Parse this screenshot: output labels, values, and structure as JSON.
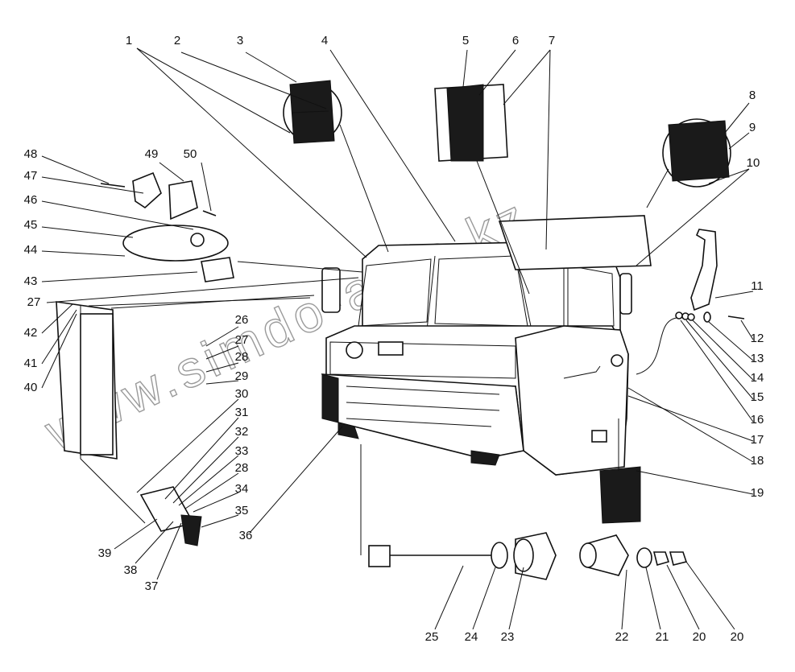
{
  "watermark": "www.simdo-auto.kz",
  "callouts": [
    "1",
    "2",
    "3",
    "4",
    "5",
    "6",
    "7",
    "8",
    "9",
    "10",
    "11",
    "12",
    "13",
    "14",
    "15",
    "16",
    "17",
    "18",
    "19",
    "20",
    "20",
    "21",
    "22",
    "23",
    "24",
    "25",
    "26",
    "27",
    "27",
    "28",
    "28",
    "29",
    "30",
    "31",
    "32",
    "33",
    "34",
    "35",
    "36",
    "37",
    "38",
    "39",
    "40",
    "41",
    "42",
    "43",
    "44",
    "45",
    "46",
    "47",
    "48",
    "49",
    "50"
  ]
}
